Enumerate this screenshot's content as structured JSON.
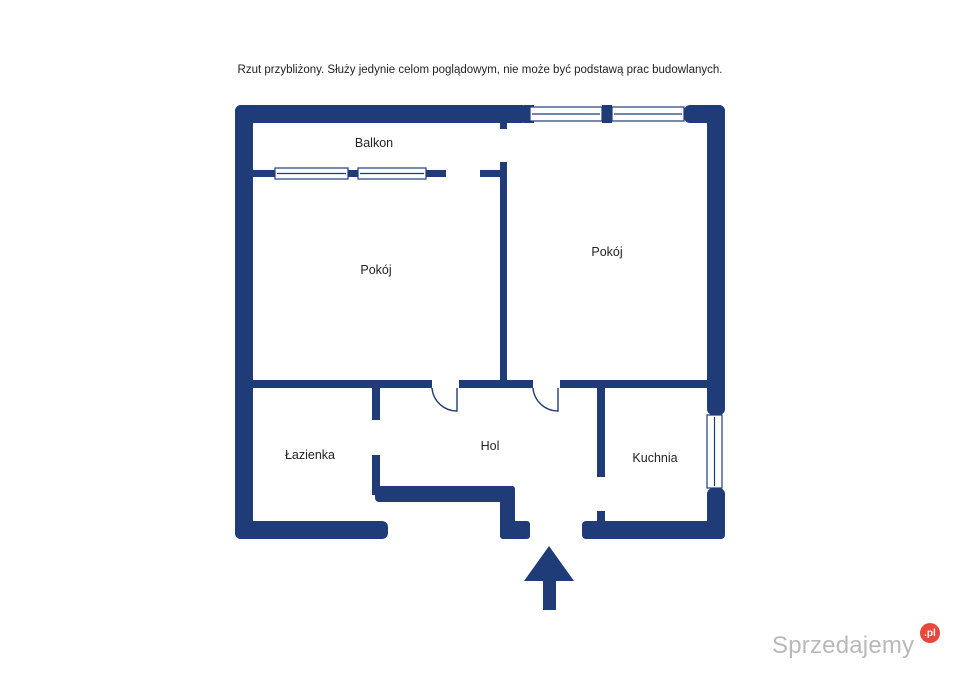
{
  "disclaimer": "Rzut przybliżony. Służy jedynie celom poglądowym, nie może być podstawą prac budowlanych.",
  "rooms": {
    "balkon": "Balkon",
    "pokoj_left": "Pokój",
    "pokoj_right": "Pokój",
    "lazienka": "Łazienka",
    "hol": "Hol",
    "kuchnia": "Kuchnia"
  },
  "watermark": {
    "text": "Sprzedajemy",
    "badge": ".pl"
  },
  "icons": {
    "entrance": "entrance-arrow-icon"
  },
  "colors": {
    "wall": "#1f3c78",
    "window_frame": "#1f3c78",
    "background": "#ffffff",
    "badge": "#e8473b",
    "watermark": "#b9b9b9"
  }
}
